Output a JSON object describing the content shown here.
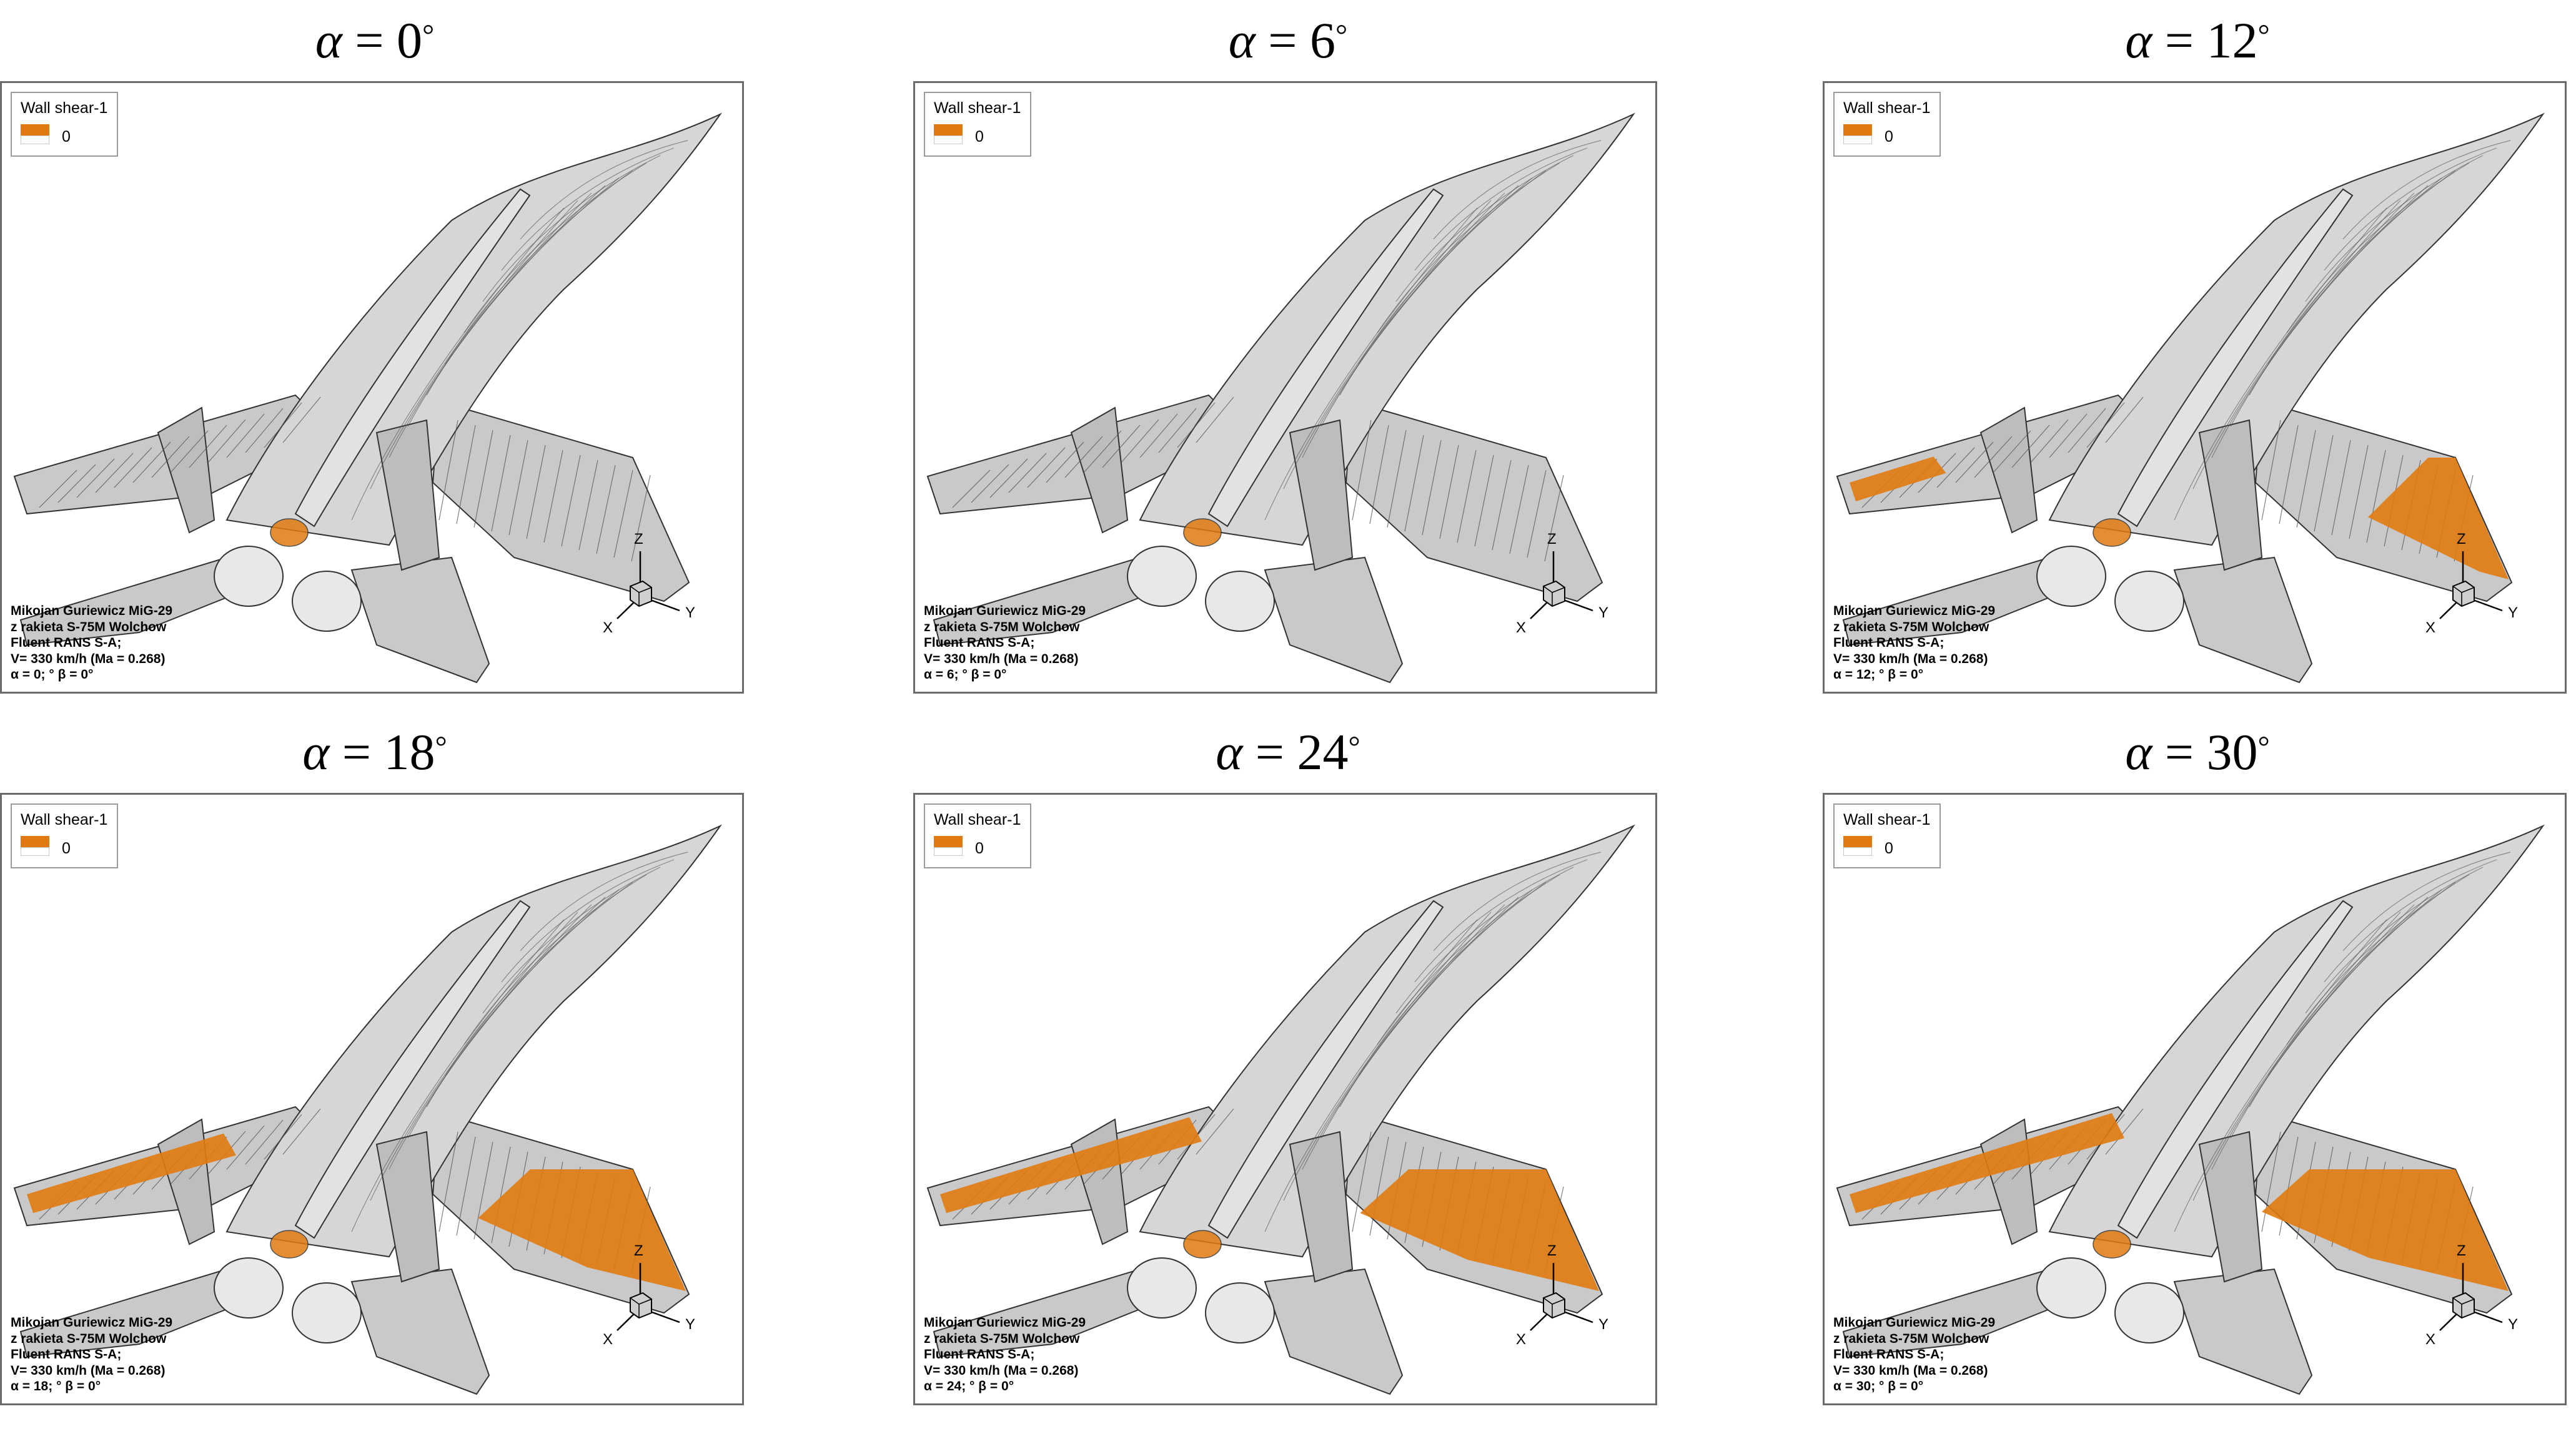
{
  "legend": {
    "title": "Wall shear-1",
    "value": "0",
    "colors": {
      "separated": "#e07a10",
      "attached": "#ffffff"
    }
  },
  "caption": {
    "line1": "Mikojan Guriewicz MiG-29",
    "line2": "z rakieta S-75M Wolchow",
    "line3": "Fluent RANS S-A;",
    "line4": "V= 330 km/h (Ma = 0.268)"
  },
  "axes": {
    "x": "X",
    "y": "Y",
    "z": "Z"
  },
  "panels": [
    {
      "alpha_symbol": "α",
      "alpha_value": "= 0",
      "degree": "°",
      "footer": "α =  0; ° β = 0°",
      "separation": 0.0
    },
    {
      "alpha_symbol": "α",
      "alpha_value": "= 6",
      "degree": "°",
      "footer": "α =  6; ° β = 0°",
      "separation": 0.02
    },
    {
      "alpha_symbol": "α",
      "alpha_value": "= 12",
      "degree": "°",
      "footer": "α =  12; ° β = 0°",
      "separation": 0.12
    },
    {
      "alpha_symbol": "α",
      "alpha_value": "= 18",
      "degree": "°",
      "footer": "α =  18; ° β = 0°",
      "separation": 0.55
    },
    {
      "alpha_symbol": "α",
      "alpha_value": "= 24",
      "degree": "°",
      "footer": "α =  24; ° β = 0°",
      "separation": 0.75
    },
    {
      "alpha_symbol": "α",
      "alpha_value": "= 30",
      "degree": "°",
      "footer": "α =  30; ° β = 0°",
      "separation": 0.8
    }
  ]
}
